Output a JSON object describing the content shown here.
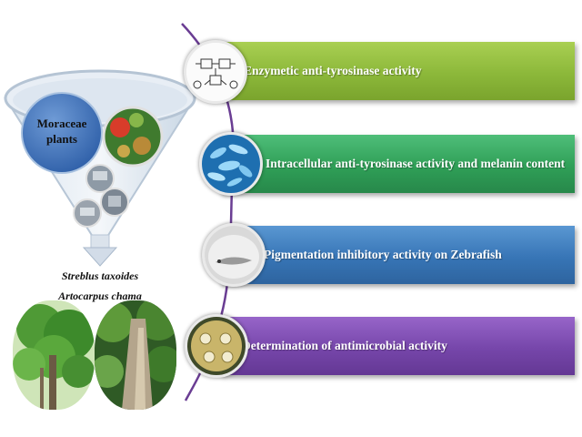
{
  "funnel": {
    "title_line1": "Moraceae",
    "title_line2": "plants"
  },
  "species": [
    "Streblus taxoides",
    "Artocarpus chama"
  ],
  "activities": [
    {
      "label": "Enzymetic anti-tyrosinase activity",
      "color": "#8cb83a"
    },
    {
      "label": "Intracellular anti-tyrosinase activity and melanin content",
      "color": "#2f9f57"
    },
    {
      "label": "Pigmentation inhibitory activity on Zebrafish",
      "color": "#3775b6"
    },
    {
      "label": "Determination of antimicrobial activity",
      "color": "#7646aa"
    }
  ],
  "spine_color": "#6a3d93"
}
